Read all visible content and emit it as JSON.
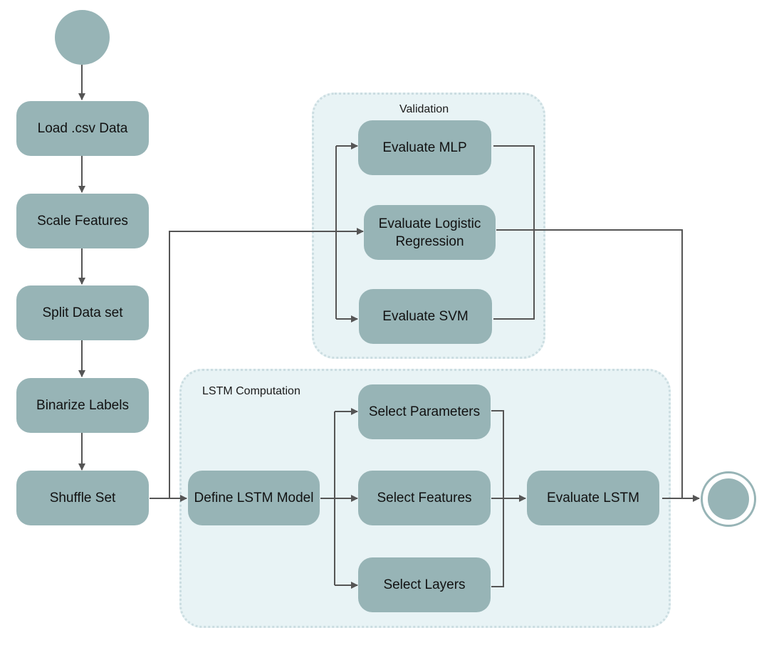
{
  "diagram": {
    "type": "uml-activity",
    "colors": {
      "node_fill": "#97b4b6",
      "group_fill": "#e8f3f5",
      "group_border": "#cbdde1",
      "edge": "#555555",
      "text": "#111111"
    },
    "groups": {
      "validation": {
        "label": "Validation"
      },
      "lstm": {
        "label": "LSTM Computation"
      }
    },
    "nodes": {
      "load_csv": "Load .csv Data",
      "scale_features": "Scale Features",
      "split_data": "Split Data set",
      "binarize_labels": "Binarize Labels",
      "shuffle_set": "Shuffle Set",
      "evaluate_mlp": "Evaluate MLP",
      "evaluate_logreg": "Evaluate Logistic Regression",
      "evaluate_svm": "Evaluate SVM",
      "define_lstm": "Define LSTM Model",
      "select_parameters": "Select Parameters",
      "select_features": "Select Features",
      "select_layers": "Select Layers",
      "evaluate_lstm": "Evaluate LSTM"
    },
    "edges": [
      [
        "start",
        "load_csv"
      ],
      [
        "load_csv",
        "scale_features"
      ],
      [
        "scale_features",
        "split_data"
      ],
      [
        "split_data",
        "binarize_labels"
      ],
      [
        "binarize_labels",
        "shuffle_set"
      ],
      [
        "shuffle_set",
        "define_lstm"
      ],
      [
        "shuffle_set",
        "evaluate_logreg"
      ],
      [
        "shuffle_set",
        "evaluate_mlp"
      ],
      [
        "shuffle_set",
        "evaluate_svm"
      ],
      [
        "define_lstm",
        "select_parameters"
      ],
      [
        "define_lstm",
        "select_features"
      ],
      [
        "define_lstm",
        "select_layers"
      ],
      [
        "select_parameters",
        "evaluate_lstm"
      ],
      [
        "select_features",
        "evaluate_lstm"
      ],
      [
        "select_layers",
        "evaluate_lstm"
      ],
      [
        "evaluate_mlp",
        "end"
      ],
      [
        "evaluate_logreg",
        "end"
      ],
      [
        "evaluate_svm",
        "end"
      ],
      [
        "evaluate_lstm",
        "end"
      ]
    ]
  }
}
